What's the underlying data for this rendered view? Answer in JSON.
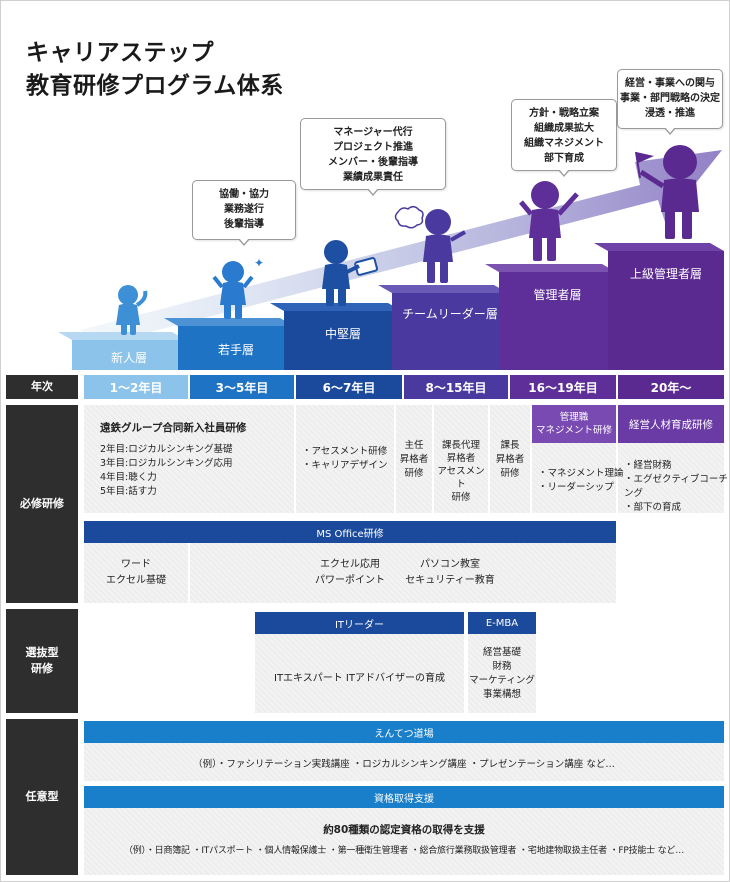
{
  "title": {
    "line1": "キャリアステップ",
    "line2": "教育研修プログラム体系"
  },
  "bubbles": {
    "wakate": [
      "協働・協力",
      "業務遂行",
      "後輩指導"
    ],
    "chuken": [
      "マネージャー代行",
      "プロジェクト推進",
      "メンバー・後輩指導",
      "業績成果責任"
    ],
    "kanri": [
      "方針・戦略立案",
      "組織成果拡大",
      "組織マネジメント",
      "部下育成"
    ],
    "jokyu": [
      "経営・事業への関与",
      "事業・部門戦略の決定",
      "浸透・推進"
    ]
  },
  "levels": [
    "新人層",
    "若手層",
    "中堅層",
    "チームリーダー層",
    "管理者層",
    "上級管理者層"
  ],
  "row_labels": {
    "years": "年次",
    "required": "必修研修",
    "selective": "選抜型\n研修",
    "optional": "任意型"
  },
  "years": [
    "1～2年目",
    "3～5年目",
    "6～7年目",
    "8～15年目",
    "16～19年目",
    "20年～"
  ],
  "required": {
    "shinjin_title": "遠鉄グループ合同新入社員研修",
    "shinjin_items": [
      "2年目:ロジカルシンキング基礎",
      "3年目:ロジカルシンキング応用",
      "4年目:聴く力",
      "5年目:話す力"
    ],
    "chuken_items": [
      "・アセスメント研修",
      "・キャリアデザイン"
    ],
    "leader_cols": [
      [
        "主任",
        "昇格者",
        "研修"
      ],
      [
        "課長代理",
        "昇格者",
        "アセスメント",
        "研修"
      ],
      [
        "課長",
        "昇格者",
        "研修"
      ]
    ],
    "kanri_title": [
      "管理職",
      "マネジメント研修"
    ],
    "kanri_items": [
      "・マネジメント理論",
      "・リーダーシップ"
    ],
    "jokyu_title": "経営人材育成研修",
    "jokyu_items": [
      "・経営財務",
      "・エグゼクティブコーチング",
      "・部下の育成"
    ]
  },
  "office": {
    "bar": "MS Office研修",
    "left": [
      "ワード",
      "エクセル基礎"
    ],
    "mid": [
      "エクセル応用",
      "パワーポイント"
    ],
    "right": [
      "パソコン教室",
      "セキュリティー教育"
    ]
  },
  "selective": {
    "it_bar": "ITリーダー",
    "it_text": "ITエキスパート ITアドバイザーの育成",
    "mba_bar": "E-MBA",
    "mba_items": [
      "経営基礎",
      "財務",
      "マーケティング",
      "事業構想"
    ]
  },
  "optional": {
    "entetsu_bar": "えんてつ道場",
    "entetsu_text": "（例）・ファシリテーション実践講座 ・ロジカルシンキング講座 ・プレゼンテーション講座 など…",
    "shikaku_bar": "資格取得支援",
    "shikaku_title": "約80種類の認定資格の取得を支援",
    "shikaku_text": "（例）・日商簿記 ・ITパスポート ・個人情報保護士 ・第一種衛生管理者 ・総合旅行業務取扱管理者 ・宅地建物取扱主任者 ・FP技能士 など…"
  },
  "colors": {
    "shinjin": "#8cc3ea",
    "wakate": "#1f73c4",
    "chuken": "#1b4a9c",
    "leader": "#4a3aa0",
    "kanri": "#5e2f98",
    "jokyu": "#5a2a90",
    "rowlabel": "#2e2e2e"
  }
}
